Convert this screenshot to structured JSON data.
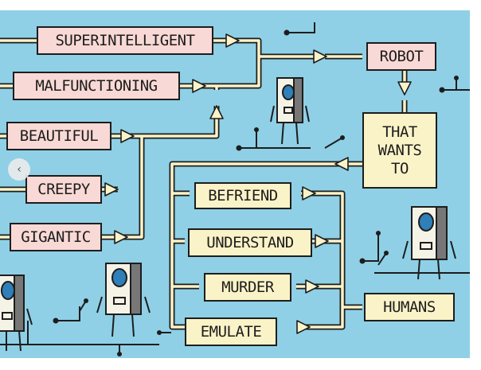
{
  "diagram": {
    "adjectives": [
      "SUPERINTELLIGENT",
      "MALFUNCTIONING",
      "BEAUTIFUL",
      "CREEPY",
      "GIGANTIC"
    ],
    "subject": "ROBOT",
    "connector": [
      "THAT",
      "WANTS",
      "TO"
    ],
    "verbs": [
      "BEFRIEND",
      "UNDERSTAND",
      "MURDER",
      "EMULATE"
    ],
    "object": "HUMANS"
  },
  "colors": {
    "background": "#8fd0e6",
    "pink_box": "#f8d9d5",
    "cream_box": "#fbf3c8",
    "ink": "#1d1d1d"
  },
  "icons": {
    "carousel_control": "chevron-left-icon"
  }
}
